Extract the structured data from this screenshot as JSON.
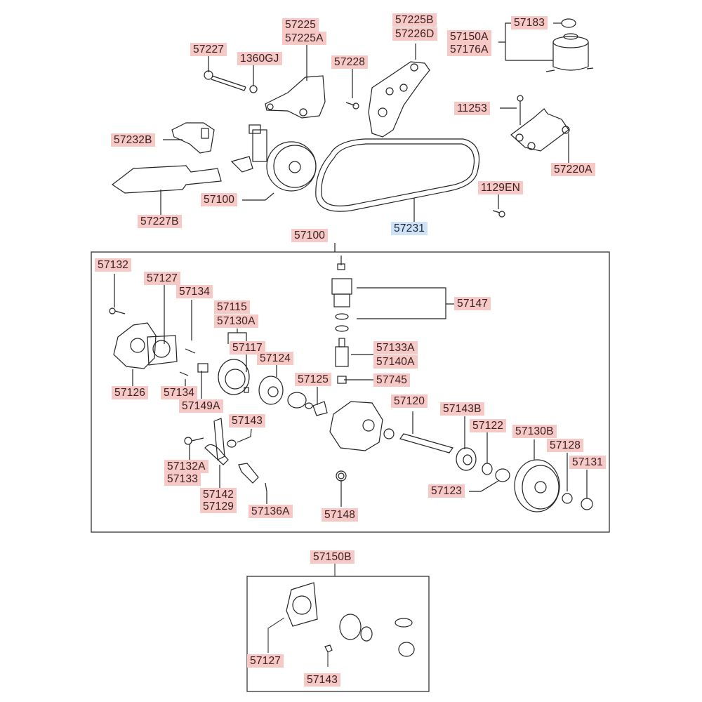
{
  "diagram": {
    "title": "Power Steering Oil Pump Exploded View",
    "highlight_color": "#f6c9c7",
    "selected_color": "#cfe2f6",
    "selected_part": "57231",
    "top_labels": {
      "p57227": "57227",
      "p1360GJ": "1360GJ",
      "p57225": "57225",
      "p57225A": "57225A",
      "p57228": "57228",
      "p57225B": "57225B",
      "p57226D": "57226D",
      "p57150A": "57150A",
      "p57176A": "57176A",
      "p57183": "57183",
      "p11253": "11253",
      "p57232B": "57232B",
      "p57100": "57100",
      "p57227B": "57227B",
      "p57231": "57231",
      "p1129EN": "1129EN",
      "p57220A": "57220A"
    },
    "pump_box": {
      "title": "57100",
      "labels": {
        "p57132": "57132",
        "p57127": "57127",
        "p57134a": "57134",
        "p57115": "57115",
        "p57130A": "57130A",
        "p57117": "57117",
        "p57124": "57124",
        "p57126": "57126",
        "p57134b": "57134",
        "p57149A": "57149A",
        "p57147": "57147",
        "p57133A": "57133A",
        "p57140A": "57140A",
        "p57125": "57125",
        "p57745": "57745",
        "p57120": "57120",
        "p57143B": "57143B",
        "p57122": "57122",
        "p57130B": "57130B",
        "p57128": "57128",
        "p57131": "57131",
        "p57123": "57123",
        "p57143": "57143",
        "p57132A": "57132A",
        "p57133": "57133",
        "p57142": "57142",
        "p57129": "57129",
        "p57136A": "57136A",
        "p57148": "57148"
      }
    },
    "kit_box": {
      "title": "57150B",
      "labels": {
        "p57127": "57127",
        "p57143": "57143"
      }
    }
  }
}
